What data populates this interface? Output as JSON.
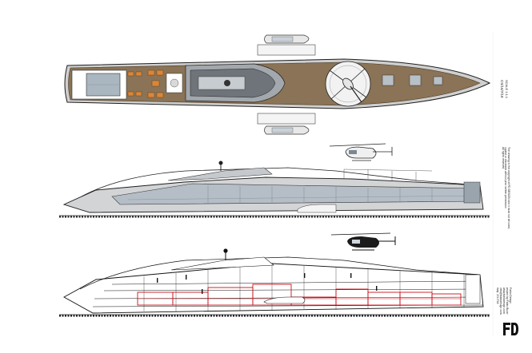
{
  "sheet": {
    "title_block": {
      "code": "CS/16/7/18",
      "scale": "SCALE 1:1:1",
      "note": "The drawing is the copyright of FD DESIGN and it must not be used,\ncopied or disclosed without prior written permission",
      "note2": "All rights reserved.",
      "studio_lines": "Fabio Design\nproject by Fabio Buzzi\nwww.fabiodesign.com\ninfo@fabiodesign.com\nItaly  2017/18"
    },
    "logo": {
      "mark": "FD"
    }
  },
  "colors": {
    "deck_wood": "#8a7356",
    "glass": "#aab6c0",
    "hull_line": "#1e1e1e",
    "cabin_red": "#c8111a",
    "helipad": "#f2f2f2"
  },
  "icons": {
    "helicopter_top": "helicopter-top-icon",
    "helicopter_side": "helicopter-side-icon",
    "tender": "tender-boat-icon"
  }
}
